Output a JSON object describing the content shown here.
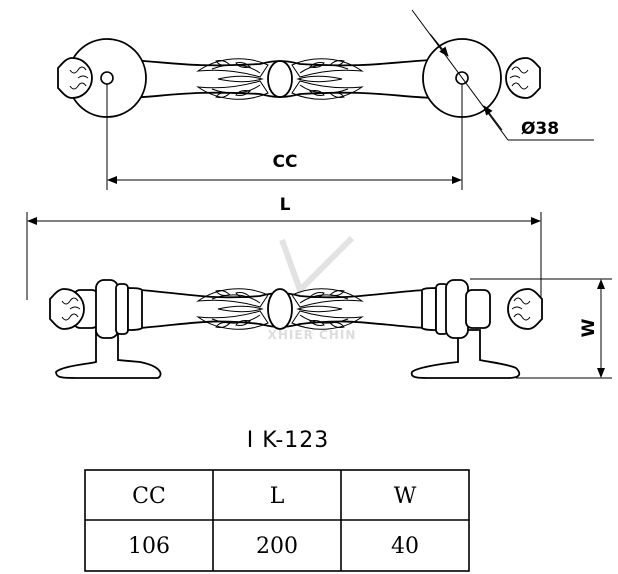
{
  "dimensions": {
    "cc": "CC",
    "l": "L",
    "w": "W",
    "diameter": "Ø38"
  },
  "watermark": {
    "text": "XHIER CHIN"
  },
  "model": {
    "code": "I K-123"
  },
  "spec_table": {
    "headers": [
      "CC",
      "L",
      "W"
    ],
    "values": [
      "106",
      "200",
      "40"
    ]
  }
}
